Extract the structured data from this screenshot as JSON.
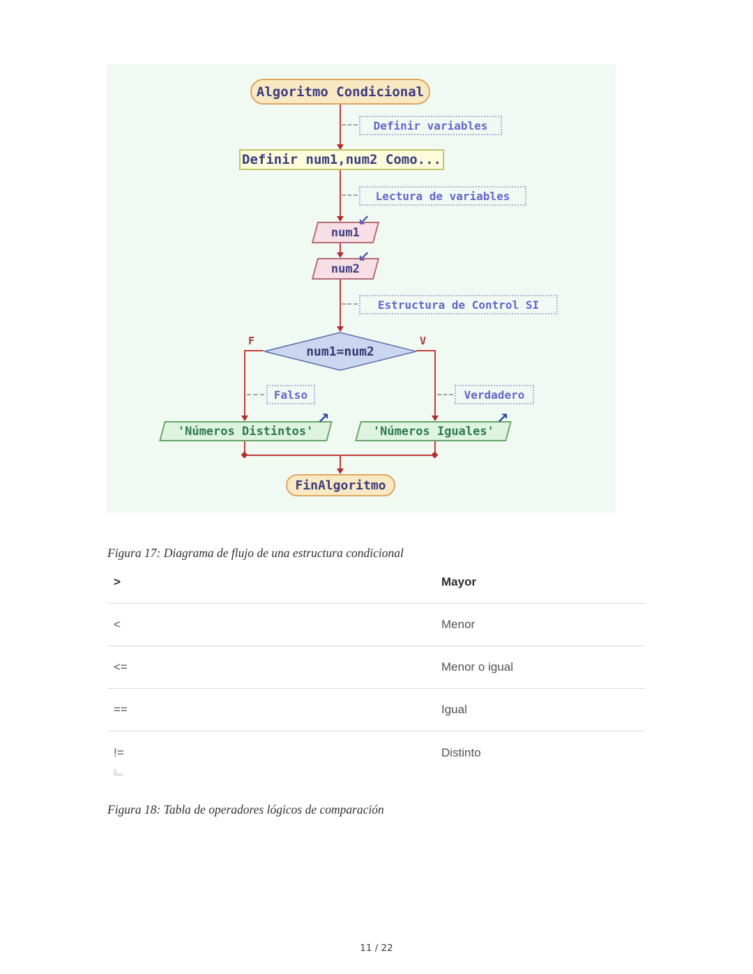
{
  "figure17": {
    "caption": "Figura 17: Diagrama de flujo de una estructura condicional",
    "flowchart": {
      "nodes": {
        "start": "Algoritmo Condicional",
        "declare": "Definir num1,num2 Como...",
        "input1": "num1",
        "input2": "num2",
        "decision": "num1=num2",
        "branch_false": "F",
        "branch_true": "V",
        "output_false": "'Números Distintos'",
        "output_true": "'Números Iguales'",
        "end": "FinAlgoritmo"
      },
      "annotations": {
        "define_vars": "Definir variables",
        "read_vars": "Lectura de variables",
        "control": "Estructura de Control SI",
        "false_branch": "Falso",
        "true_branch": "Verdadero"
      },
      "icons": {
        "input_arrow": "↙",
        "output_arrow": "↗"
      },
      "colors": {
        "canvas_bg": "#f1faf2",
        "flow_line": "#c23b3b",
        "terminal_fill": "#f8e9c3",
        "terminal_border": "#dfa55f",
        "process_fill": "#fcfcda",
        "input_fill": "#f8dee5",
        "decision_fill": "#cbd7f0",
        "decision_border": "#6272b5",
        "output_fill": "#def4de",
        "comment_text": "#6565cc",
        "node_text": "#3b3b7e"
      }
    }
  },
  "figure18": {
    "caption": "Figura 18: Tabla de operadores lógicos de comparación",
    "table": {
      "header": {
        "operator": ">",
        "meaning": "Mayor"
      },
      "rows": [
        {
          "operator": "<",
          "meaning": "Menor"
        },
        {
          "operator": "<=",
          "meaning": "Menor o igual"
        },
        {
          "operator": "==",
          "meaning": "Igual"
        },
        {
          "operator": "!=",
          "meaning": "Distinto"
        }
      ]
    }
  },
  "page": {
    "footer": "11 / 22"
  }
}
